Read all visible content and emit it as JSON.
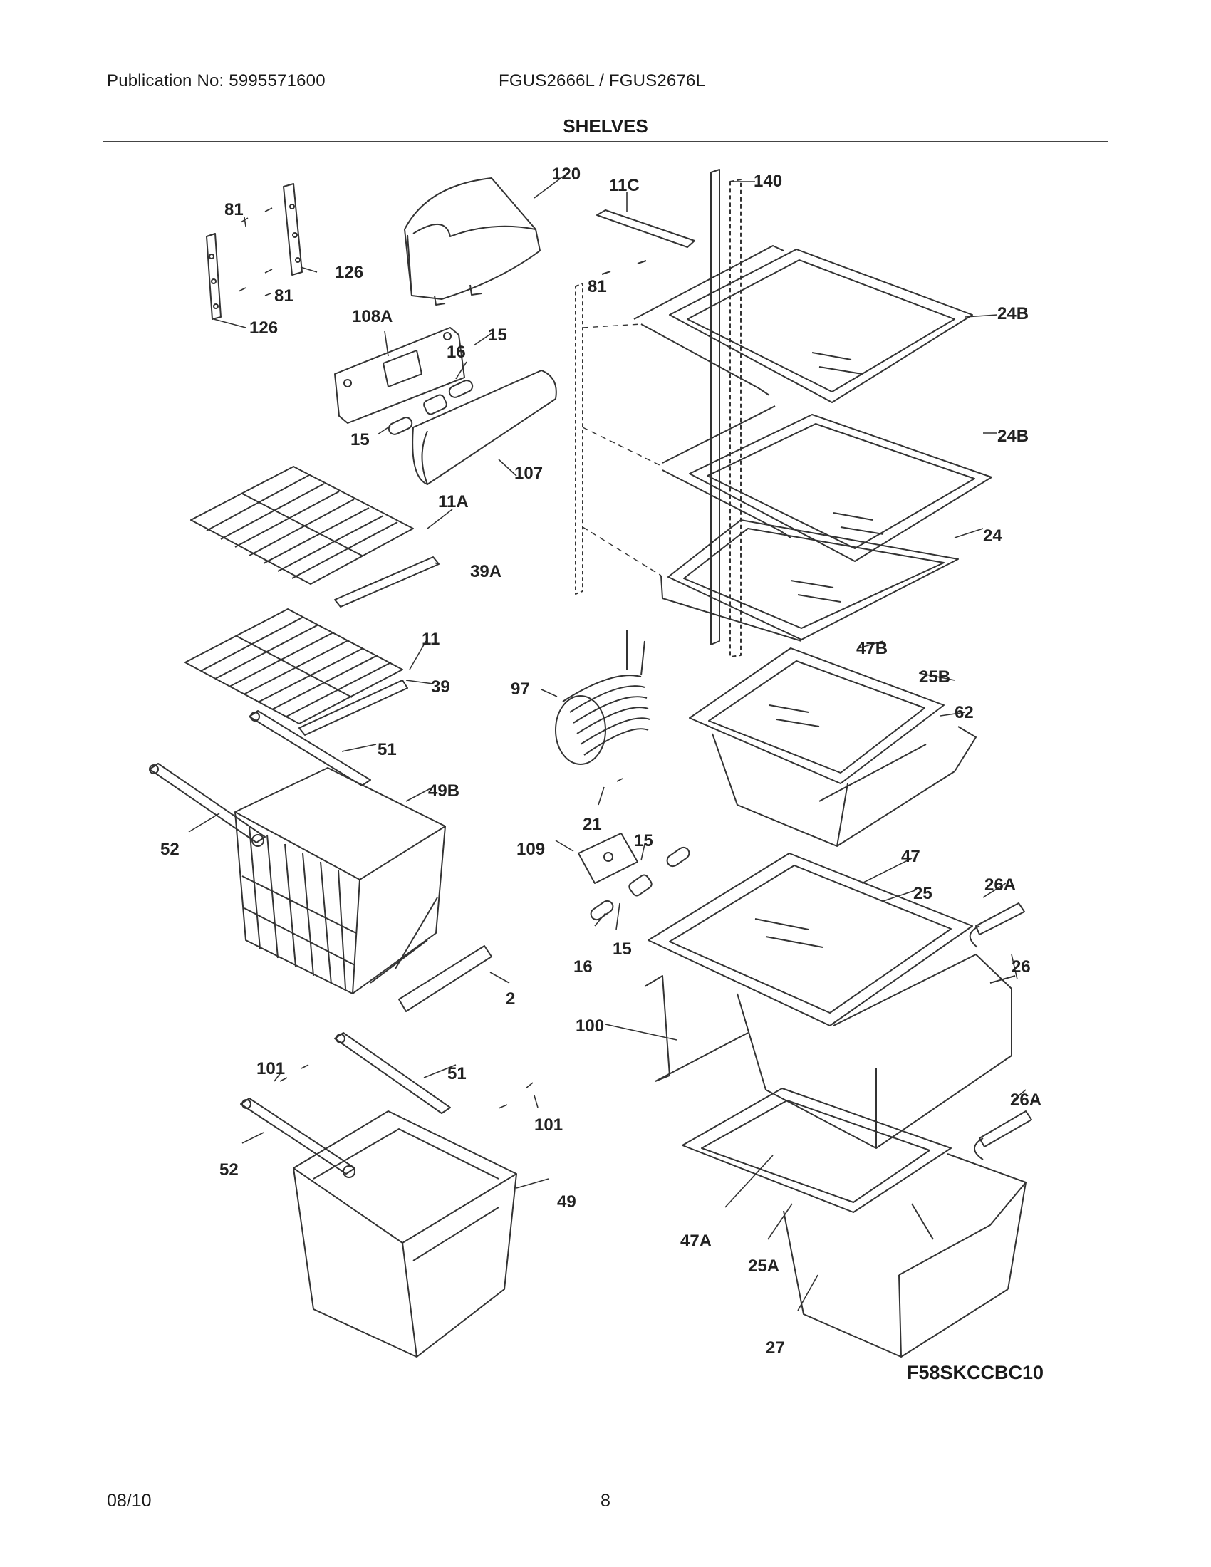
{
  "header": {
    "publication": "Publication No: 5995571600",
    "models": "FGUS2666L / FGUS2676L",
    "section_title": "SHELVES"
  },
  "diagram": {
    "code": "F58SKCCBC10",
    "callouts": [
      "81",
      "126",
      "81",
      "126",
      "120",
      "108A",
      "16",
      "15",
      "15",
      "107",
      "11A",
      "39A",
      "11",
      "39",
      "51",
      "49B",
      "52",
      "2",
      "101",
      "51",
      "101",
      "52",
      "49",
      "11C",
      "140",
      "81",
      "24B",
      "24B",
      "24",
      "97",
      "21",
      "109",
      "15",
      "16",
      "15",
      "47B",
      "25B",
      "62",
      "47",
      "25",
      "26A",
      "26",
      "100",
      "26A",
      "47A",
      "25A",
      "27"
    ]
  },
  "footer": {
    "date": "08/10",
    "page": "8"
  }
}
